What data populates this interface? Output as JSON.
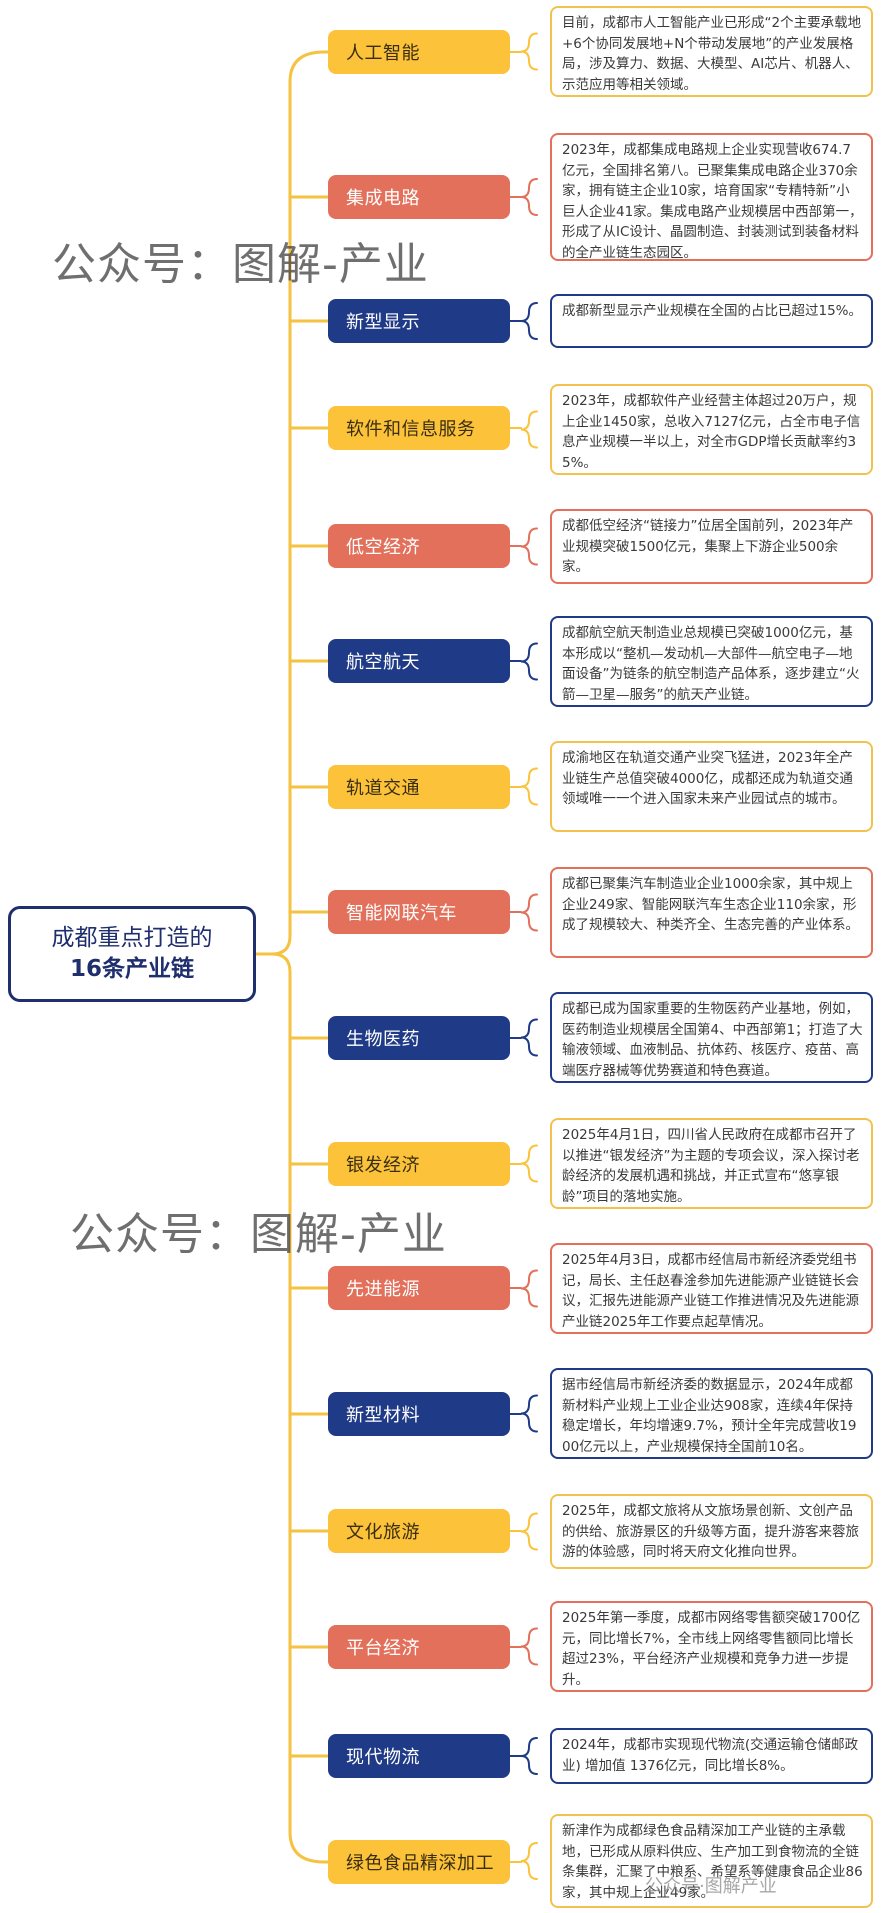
{
  "root": {
    "line1": "成都重点打造的",
    "line2": "16条产业链"
  },
  "colors": {
    "yellow": "#fbc23a",
    "red": "#e2705b",
    "blue": "#1f3a86",
    "spine": "#f5c242"
  },
  "watermarks": [
    "公众号：图解-产业",
    "公众号：图解-产业",
    "公众号·图解产业"
  ],
  "chains": [
    {
      "label": "人工智能",
      "color": "yellow",
      "text": "目前，成都市人工智能产业已形成“2个主要承载地+6个协同发展地+N个带动发展地”的产业发展格局，涉及算力、数据、大模型、AI芯片、机器人、示范应用等相关领域。"
    },
    {
      "label": "集成电路",
      "color": "red",
      "text": "2023年，成都集成电路规上企业实现营收674.7亿元，全国排名第八。已聚集集成电路企业370余家，拥有链主企业10家，培育国家“专精特新”小巨人企业41家。集成电路产业规模居中西部第一，形成了从IC设计、晶圆制造、封装测试到装备材料的全产业链生态园区。"
    },
    {
      "label": "新型显示",
      "color": "blue",
      "text": "成都新型显示产业规模在全国的占比已超过15%。"
    },
    {
      "label": "软件和信息服务",
      "color": "yellow",
      "text": "2023年，成都软件产业经营主体超过20万户，规上企业1450家，总收入7127亿元，占全市电子信息产业规模一半以上，对全市GDP增长贡献率约35%。"
    },
    {
      "label": "低空经济",
      "color": "red",
      "text": "成都低空经济“链接力”位居全国前列，2023年产业规模突破1500亿元，集聚上下游企业500余家。"
    },
    {
      "label": "航空航天",
      "color": "blue",
      "text": "成都航空航天制造业总规模已突破1000亿元，基本形成以“整机—发动机—大部件—航空电子—地面设备”为链条的航空制造产品体系，逐步建立“火箭—卫星—服务”的航天产业链。"
    },
    {
      "label": "轨道交通",
      "color": "yellow",
      "text": "成渝地区在轨道交通产业突飞猛进，2023年全产业链生产总值突破4000亿，成都还成为轨道交通领域唯一一个进入国家未来产业园试点的城市。"
    },
    {
      "label": "智能网联汽车",
      "color": "red",
      "text": "成都已聚集汽车制造业企业1000余家，其中规上企业249家、智能网联汽车生态企业110余家，形成了规模较大、种类齐全、生态完善的产业体系。"
    },
    {
      "label": "生物医药",
      "color": "blue",
      "text": "成都已成为国家重要的生物医药产业基地，例如，医药制造业规模居全国第4、中西部第1；打造了大输液领域、血液制品、抗体药、核医疗、疫苗、高端医疗器械等优势赛道和特色赛道。"
    },
    {
      "label": "银发经济",
      "color": "yellow",
      "text": "2025年4月1日，四川省人民政府在成都市召开了以推进“银发经济”为主题的专项会议，深入探讨老龄经济的发展机遇和挑战，并正式宣布“悠享银龄”项目的落地实施。"
    },
    {
      "label": "先进能源",
      "color": "red",
      "text": "2025年4月3日，成都市经信局市新经济委党组书记，局长、主任赵春淦参加先进能源产业链链长会议，汇报先进能源产业链工作推进情况及先进能源产业链2025年工作要点起草情况。"
    },
    {
      "label": "新型材料",
      "color": "blue",
      "text": "据市经信局市新经济委的数据显示，2024年成都新材料产业规上工业企业达908家，连续4年保持稳定增长，年均增速9.7%，预计全年完成营收1900亿元以上，产业规模保持全国前10名。"
    },
    {
      "label": "文化旅游",
      "color": "yellow",
      "text": "2025年，成都文旅将从文旅场景创新、文创产品的供给、旅游景区的升级等方面，提升游客来蓉旅游的体验感，同时将天府文化推向世界。"
    },
    {
      "label": "平台经济",
      "color": "red",
      "text": "2025年第一季度，成都市网络零售额突破1700亿元，同比增长7%，全市线上网络零售额同比增长超过23%，平台经济产业规模和竞争力进一步提升。"
    },
    {
      "label": "现代物流",
      "color": "blue",
      "text": "2024年，成都市实现现代物流(交通运输仓储邮政业) 增加值 1376亿元，同比增长8%。"
    },
    {
      "label": "绿色食品精深加工",
      "color": "yellow",
      "text": "新津作为成都绿色食品精深加工产业链的主承载地，已形成从原料供应、生产加工到食物流的全链条集群，汇聚了中粮系、希望系等健康食品企业86家，其中规上企业49家。"
    }
  ]
}
